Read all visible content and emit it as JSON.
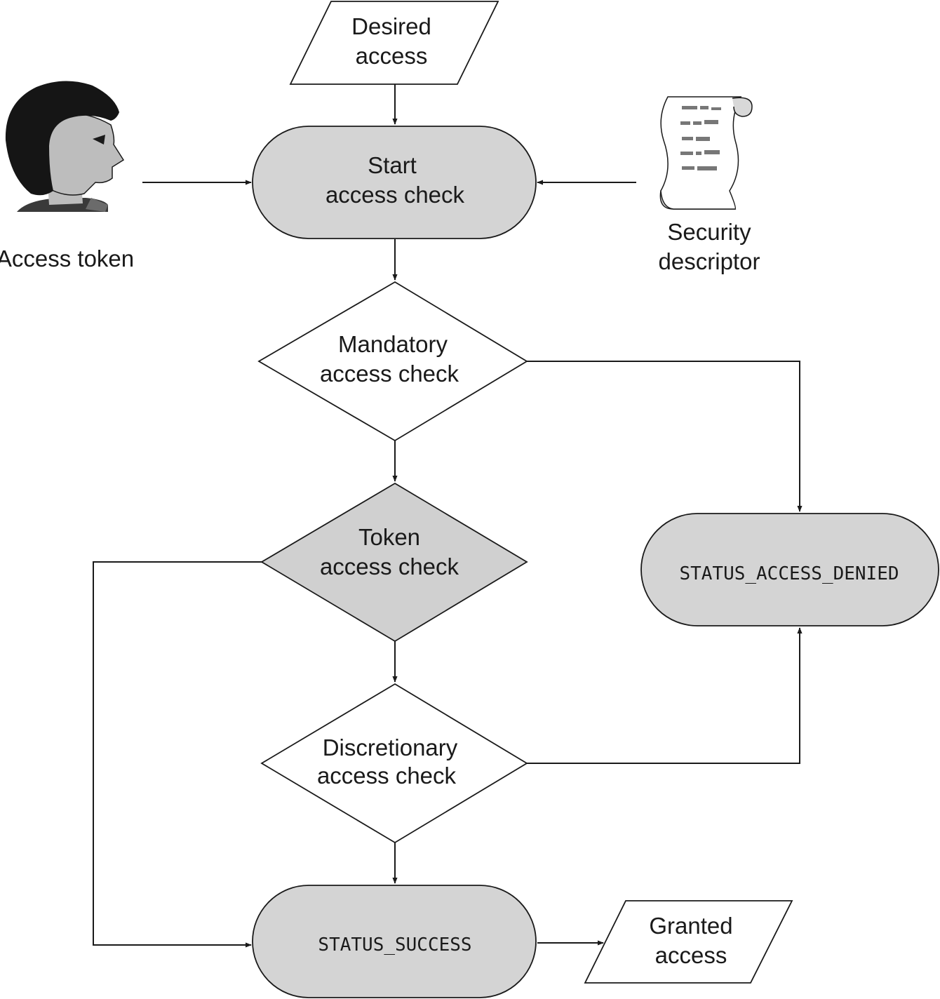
{
  "colors": {
    "terminal_fill": "#d4d4d4",
    "process_fill": "#d0d0d0",
    "decision_fill": "#ffffff",
    "line": "#1a1a1a"
  },
  "nodes": {
    "desired_access": {
      "line1": "Desired",
      "line2": "access"
    },
    "start_check": {
      "line1": "Start",
      "line2": "access check"
    },
    "access_token": {
      "label": "Access token",
      "icon": "person-head-icon"
    },
    "security_descriptor": {
      "line1": "Security",
      "line2": "descriptor",
      "icon": "document-scroll-icon"
    },
    "mandatory_check": {
      "line1": "Mandatory",
      "line2": "access check"
    },
    "token_check": {
      "line1": "Token",
      "line2": "access check"
    },
    "discretionary_check": {
      "line1": "Discretionary",
      "line2": "access check"
    },
    "access_denied": {
      "label": "STATUS_ACCESS_DENIED"
    },
    "success": {
      "label": "STATUS_SUCCESS"
    },
    "granted_access": {
      "line1": "Granted",
      "line2": "access"
    }
  }
}
